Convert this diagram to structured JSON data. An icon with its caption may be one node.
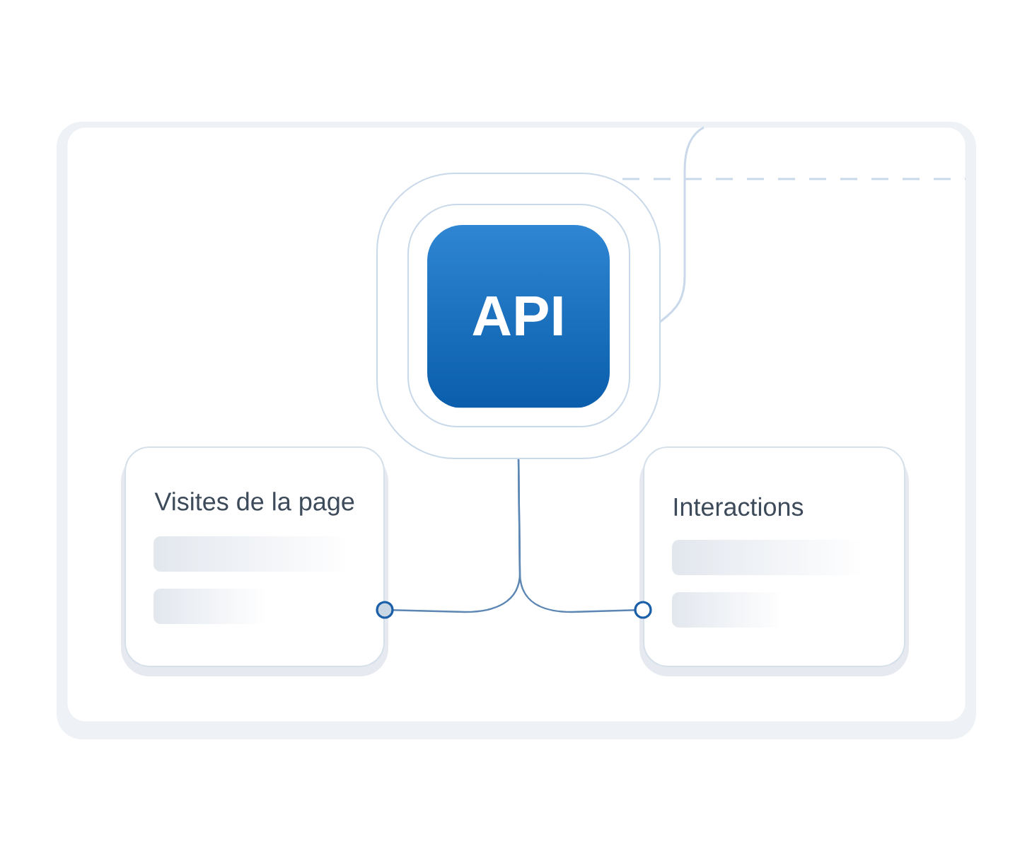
{
  "diagram": {
    "nodes": [
      {
        "text": [
          "API"
        ]
      },
      {
        "text": [
          "Visites de la page"
        ]
      },
      {
        "text": [
          "Interactions"
        ]
      }
    ],
    "edges": [
      {
        "from": 0,
        "to": 1,
        "arrow": "other"
      },
      {
        "from": 0,
        "to": 2,
        "arrow": "other"
      }
    ]
  }
}
